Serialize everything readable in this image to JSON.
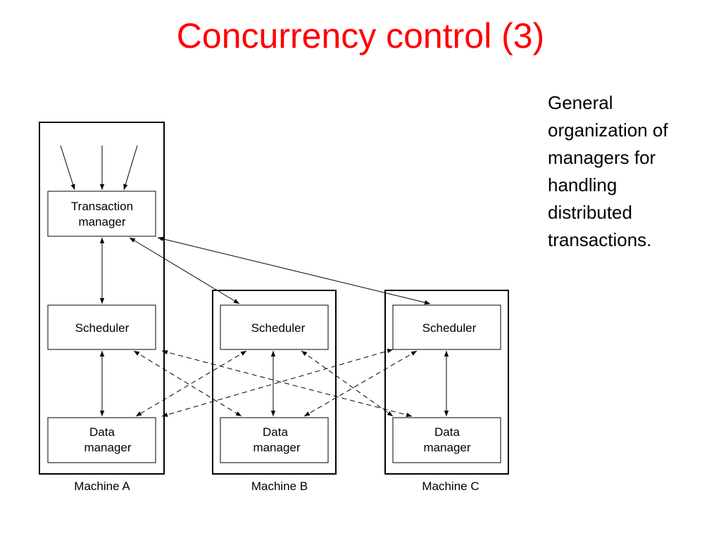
{
  "title": "Concurrency control (3)",
  "caption": [
    "General",
    "organization of",
    "managers for",
    "handling",
    "distributed",
    "transactions."
  ],
  "diagram": {
    "machines": [
      "Machine A",
      "Machine B",
      "Machine C"
    ],
    "transaction_manager": [
      "Transaction",
      "manager"
    ],
    "scheduler": "Scheduler",
    "data_manager": [
      "Data",
      "manager"
    ]
  }
}
